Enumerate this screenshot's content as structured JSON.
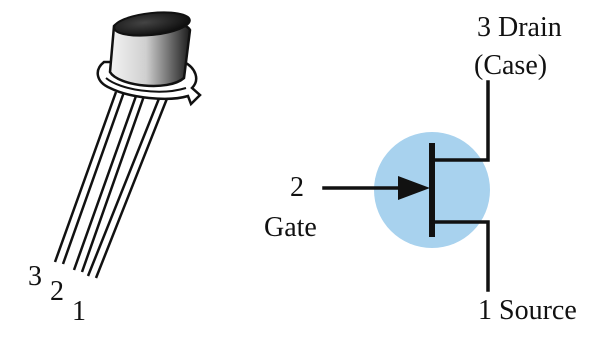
{
  "package": {
    "lead_numbers": [
      "3",
      "2",
      "1"
    ]
  },
  "symbol": {
    "drain_label": "3 Drain",
    "case_label": "(Case)",
    "gate_number": "2",
    "gate_label": "Gate",
    "source_label": "1 Source"
  },
  "colors": {
    "symbol_circle": "#a8d2ee",
    "stroke": "#111111"
  }
}
